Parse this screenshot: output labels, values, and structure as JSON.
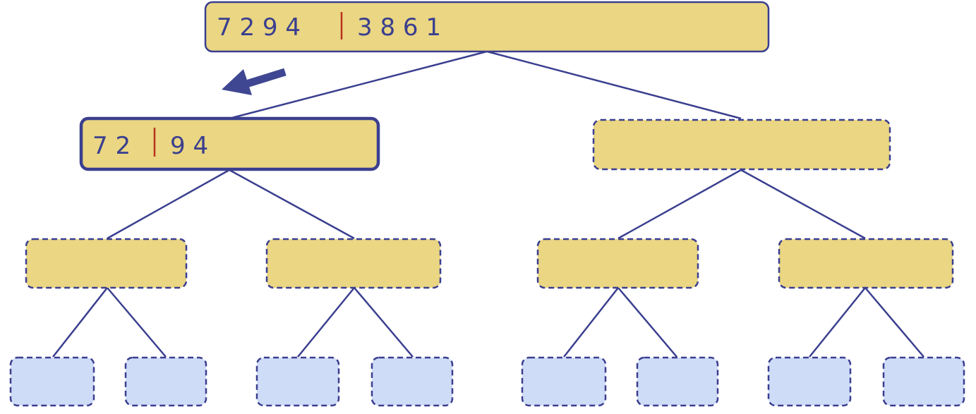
{
  "colors": {
    "edge": "#3a3f8f",
    "border": "#3a3f8f",
    "node_fill_level": "#ead683",
    "leaf_fill": "#cfdcf8",
    "split_marker": "#b8321e",
    "text": "#3a3f8f",
    "arrow": "#3f4792"
  },
  "tree": {
    "root": {
      "left_values": "7 2 9 4",
      "right_values": "3 8 6 1"
    },
    "active_node": {
      "left_values": "7 2",
      "right_values": "9 4"
    }
  },
  "icons": {
    "direction_arrow": "arrow-left-icon"
  }
}
